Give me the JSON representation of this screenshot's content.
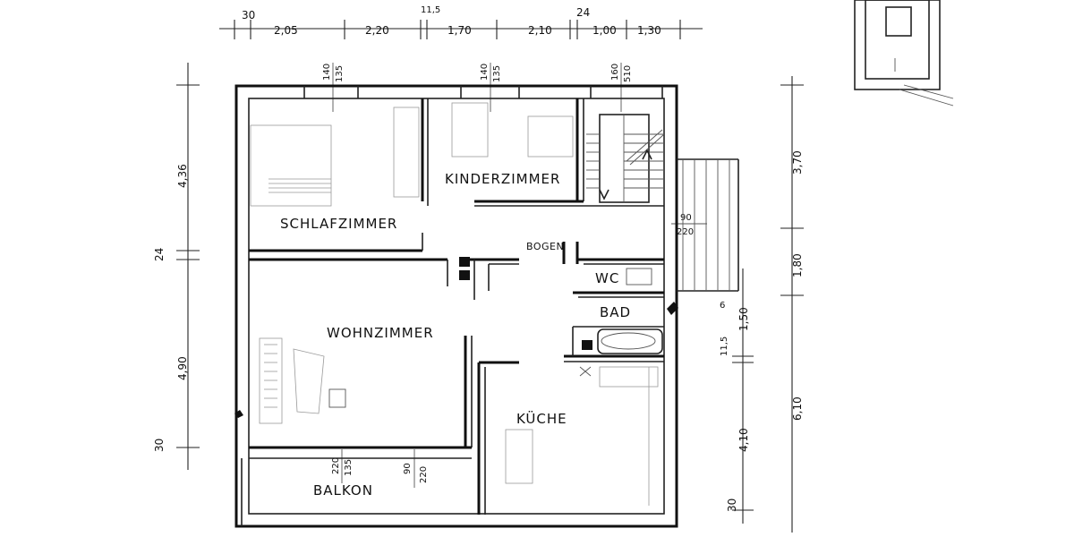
{
  "rooms": {
    "schlafzimmer": "SCHLAFZIMMER",
    "kinderzimmer": "KINDERZIMMER",
    "wohnzimmer": "WOHNZIMMER",
    "kueche": "KÜCHE",
    "bad": "BAD",
    "wc": "WC",
    "balkon": "BALKON",
    "bogen": "BOGEN"
  },
  "dimensions": {
    "top": [
      "30",
      "2,05",
      "2,20",
      "11,5",
      "1,70",
      "2,10",
      "24",
      "1,00",
      "1,30"
    ],
    "left": [
      "4,36",
      "24",
      "4,90",
      "30"
    ],
    "right_inner": [
      "1,50",
      "11,5",
      "4,10",
      "30",
      "6"
    ],
    "right_outer": [
      "3,70",
      "1,80",
      "6,10"
    ],
    "window_top": [
      {
        "top": "140",
        "bottom": "135"
      },
      {
        "top": "140",
        "bottom": "135"
      },
      {
        "top": "160",
        "bottom": "510"
      }
    ],
    "window_bottom": [
      {
        "top": "220",
        "bottom": "135"
      },
      {
        "top": "90",
        "bottom": "220"
      }
    ],
    "door_stair": {
      "top": "90",
      "bottom": "220"
    }
  }
}
